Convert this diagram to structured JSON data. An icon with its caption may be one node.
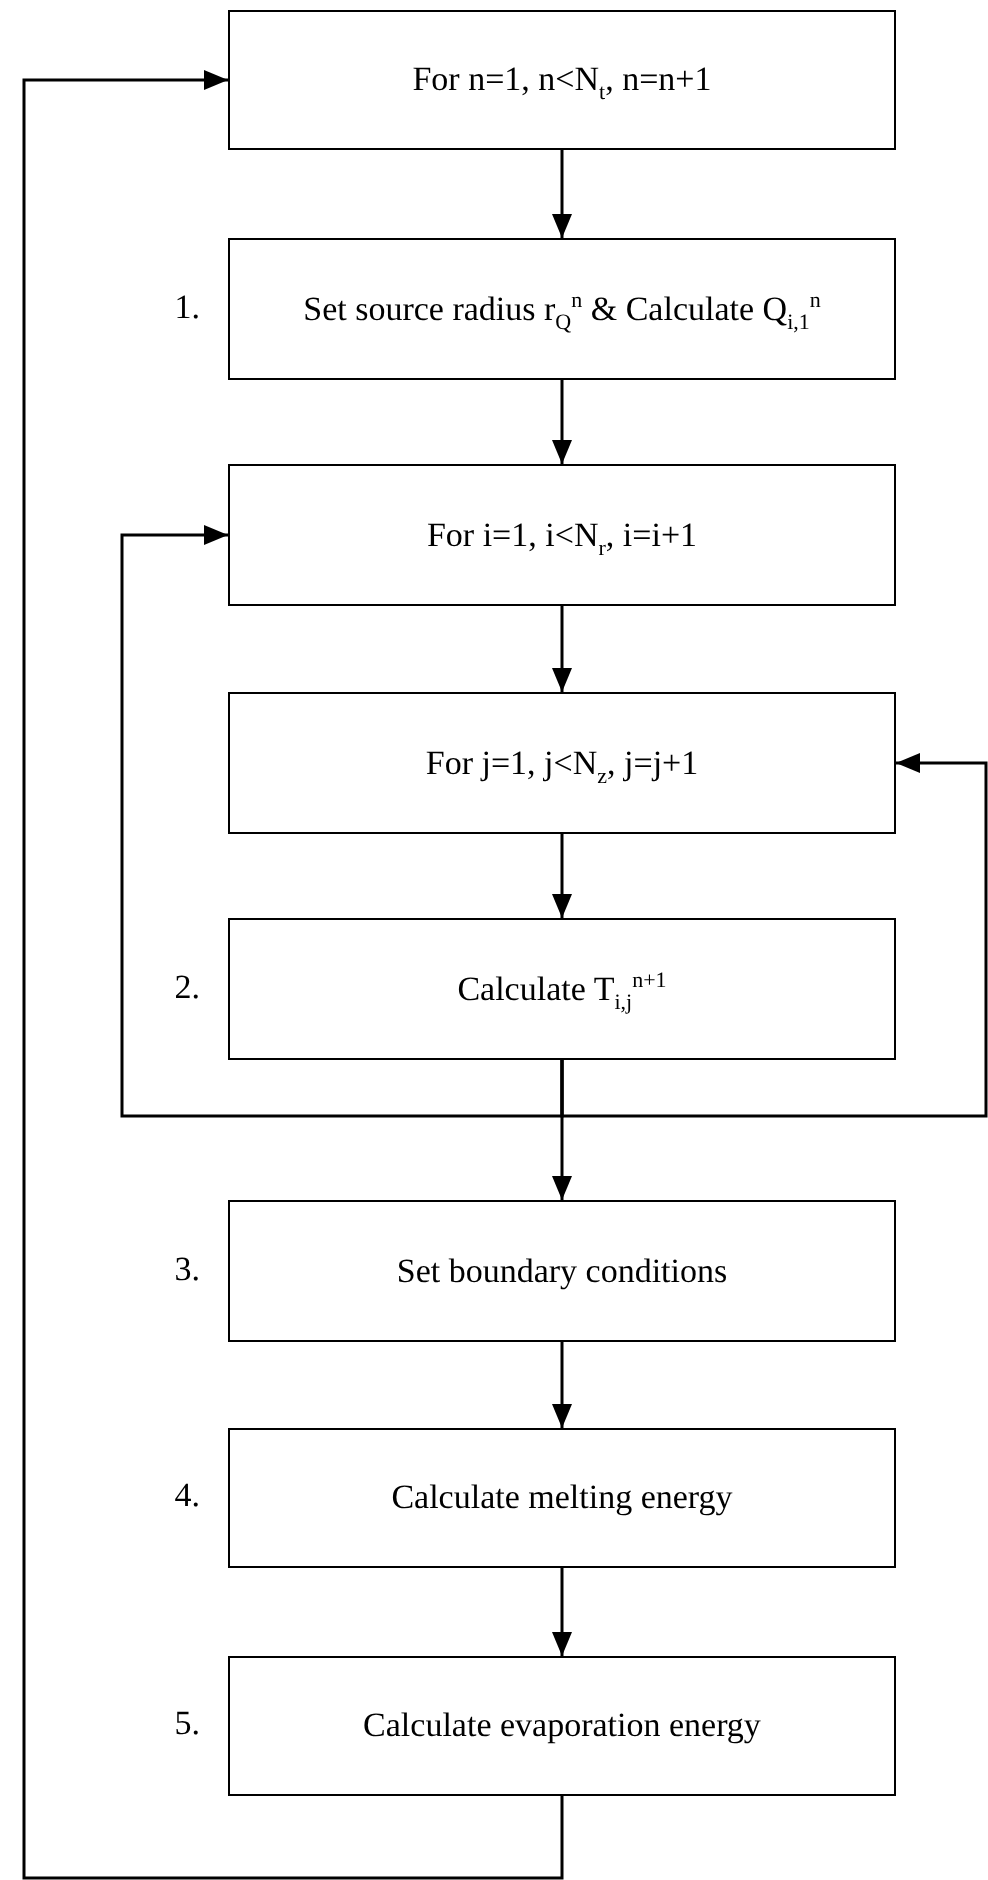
{
  "diagram": {
    "nodes": [
      {
        "text": [
          "For n=1, n<N$_{t}$, n=n+1"
        ]
      },
      {
        "text": [
          "Set source radius r$_{Q}$$^{n}$ & Calculate Q$_{i,1}$$^{n}$"
        ],
        "beside": [
          "1."
        ]
      },
      {
        "text": [
          "For i=1, i<N$_{r}$, i=i+1"
        ]
      },
      {
        "text": [
          "For j=1, j<N$_{z}$, j=j+1"
        ]
      },
      {
        "text": [
          "Calculate T$_{i,j}$$^{n+1}$"
        ],
        "beside": [
          "2."
        ]
      },
      {
        "text": [
          "Set boundary conditions"
        ],
        "beside": [
          "3."
        ]
      },
      {
        "text": [
          "Calculate melting energy"
        ],
        "beside": [
          "4."
        ]
      },
      {
        "text": [
          "Calculate evaporation energy"
        ],
        "beside": [
          "5."
        ]
      }
    ],
    "edges": [
      {
        "from": 0,
        "to": 1,
        "arrow": "to"
      },
      {
        "from": 1,
        "to": 2,
        "arrow": "to"
      },
      {
        "from": 2,
        "to": 3,
        "arrow": "to"
      },
      {
        "from": 3,
        "to": 4,
        "arrow": "to"
      },
      {
        "from": 4,
        "to": 5,
        "arrow": "to"
      },
      {
        "from": 4,
        "to": 2,
        "arrow": "to"
      },
      {
        "from": 4,
        "to": 3,
        "arrow": "to"
      },
      {
        "from": 5,
        "to": 6,
        "arrow": "to"
      },
      {
        "from": 6,
        "to": 7,
        "arrow": "to"
      },
      {
        "from": 7,
        "to": 0,
        "arrow": "to"
      }
    ]
  }
}
